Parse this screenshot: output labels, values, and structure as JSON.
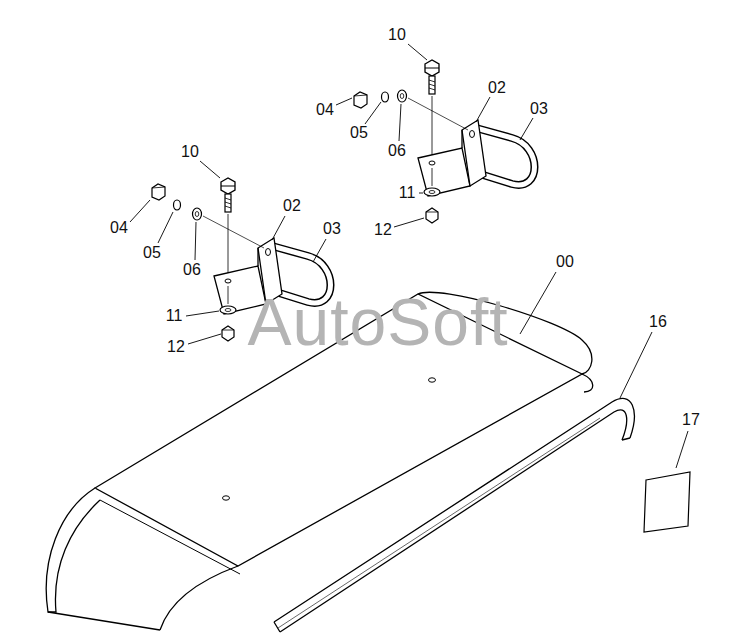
{
  "diagram": {
    "labels": [
      "10",
      "02",
      "03",
      "04",
      "05",
      "06",
      "10",
      "11",
      "02",
      "12",
      "04",
      "03",
      "05",
      "06",
      "00",
      "AutoSoft",
      "11",
      "16",
      "12",
      "17"
    ]
  }
}
